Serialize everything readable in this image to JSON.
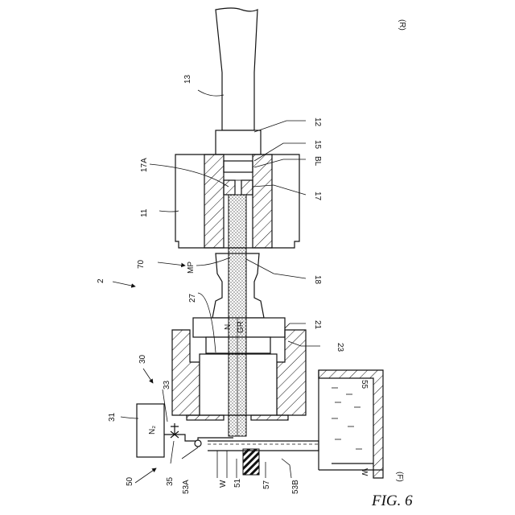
{
  "caption": "FIG. 6",
  "direction_top": "(R)",
  "direction_bottom": "(F)",
  "labels": {
    "l13": "13",
    "l12": "12",
    "l15": "15",
    "lBL": "BL",
    "l17A": "17A",
    "l17": "17",
    "l11": "11",
    "l70": "70",
    "lMP": "MP",
    "l18": "18",
    "l2": "2",
    "l27": "27",
    "l21": "21",
    "lN": "N",
    "lGR": "GR",
    "l23": "23",
    "l30": "30",
    "l33": "33",
    "l31": "31",
    "lN2": "N₂",
    "l55": "55",
    "l50": "50",
    "l35": "35",
    "l53A": "53A",
    "lW": "W",
    "l51": "51",
    "l57": "57",
    "l53B": "53B",
    "lW2": "W"
  }
}
